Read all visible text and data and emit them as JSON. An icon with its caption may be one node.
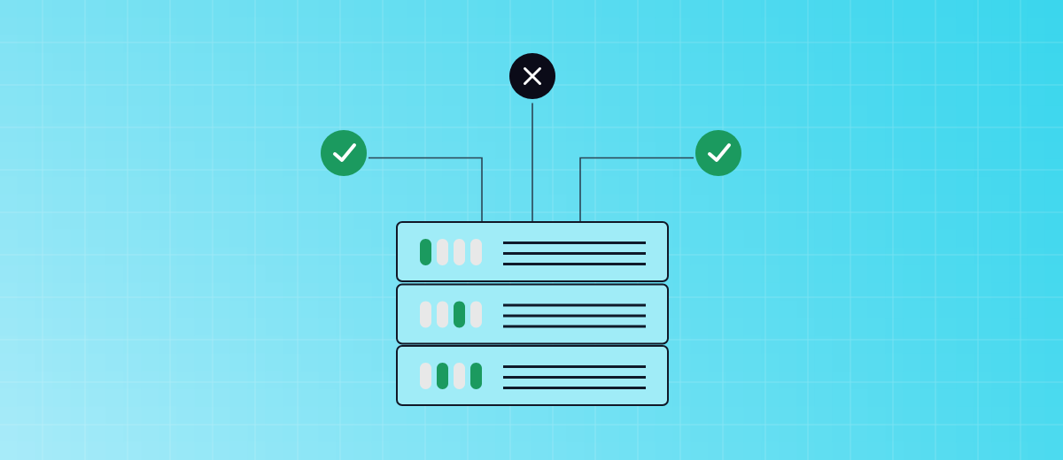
{
  "diagram": {
    "nodes": [
      {
        "text": [],
        "shape": "circle"
      },
      {
        "text": [],
        "shape": "circle"
      },
      {
        "text": [],
        "shape": "circle"
      },
      {
        "text": [],
        "shape": "box"
      },
      {
        "text": [],
        "shape": "box"
      },
      {
        "text": [],
        "shape": "box"
      }
    ],
    "edges": [
      {
        "from": 3,
        "to": 0,
        "arrow": "none"
      },
      {
        "from": 3,
        "to": 1,
        "arrow": "none"
      },
      {
        "from": 3,
        "to": 2,
        "arrow": "none"
      }
    ]
  }
}
